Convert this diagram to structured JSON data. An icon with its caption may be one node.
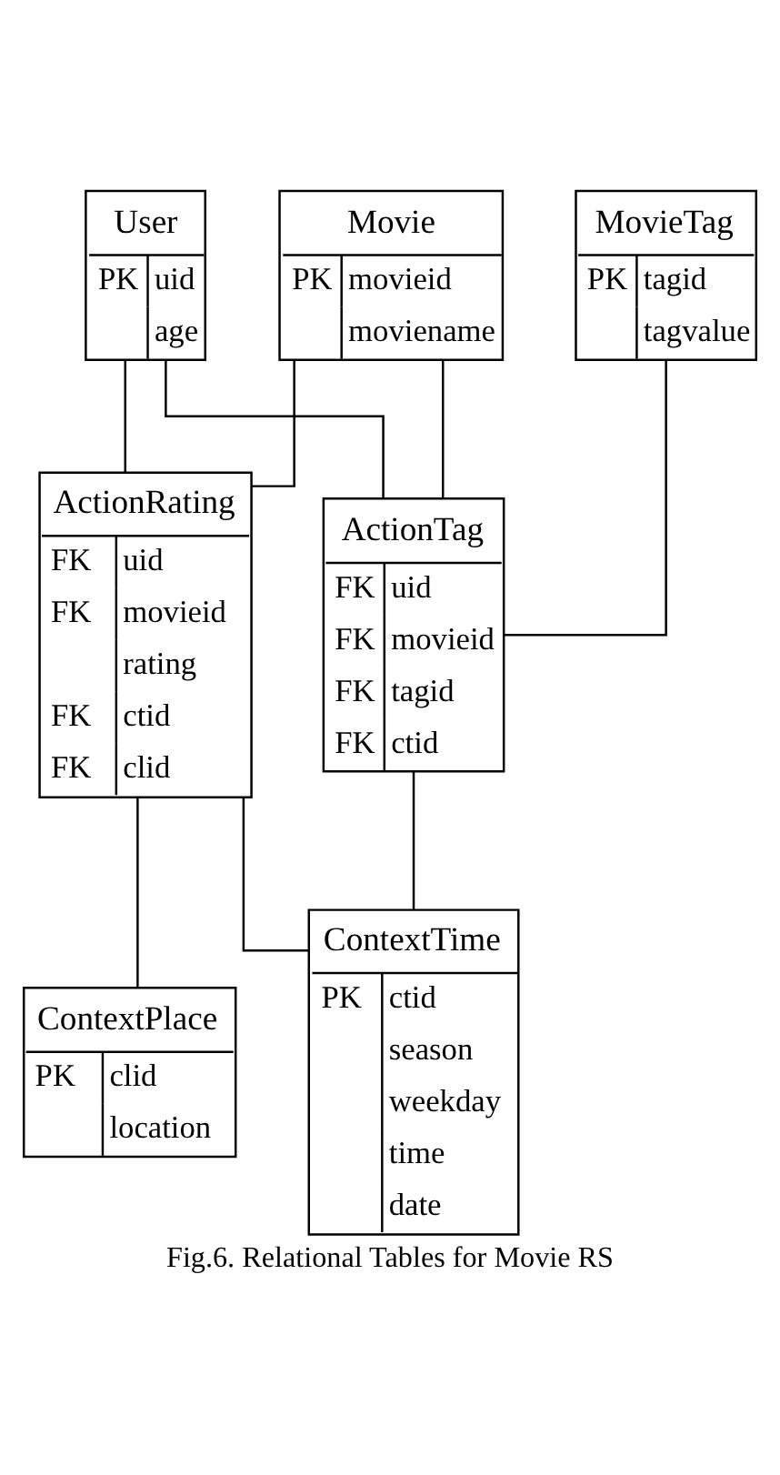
{
  "diagram": {
    "caption": "Fig.6. Relational Tables for Movie RS",
    "nodes": [
      {
        "text": [
          "User",
          "PK",
          "uid",
          "age"
        ]
      },
      {
        "text": [
          "Movie",
          "PK",
          "movieid",
          "moviename"
        ]
      },
      {
        "text": [
          "MovieTag",
          "PK",
          "tagid",
          "tagvalue"
        ]
      },
      {
        "text": [
          "ActionRating",
          "FK",
          "uid",
          "FK",
          "movieid",
          "rating",
          "FK",
          "ctid",
          "FK",
          "clid"
        ]
      },
      {
        "text": [
          "ActionTag",
          "FK",
          "uid",
          "FK",
          "movieid",
          "FK",
          "tagid",
          "FK",
          "ctid"
        ]
      },
      {
        "text": [
          "ContextPlace",
          "PK",
          "clid",
          "location"
        ]
      },
      {
        "text": [
          "ContextTime",
          "PK",
          "ctid",
          "season",
          "weekday",
          "time",
          "date"
        ]
      }
    ],
    "edges": [
      {
        "from": 0,
        "to": 3,
        "arrow": "none"
      },
      {
        "from": 0,
        "to": 4,
        "arrow": "none"
      },
      {
        "from": 1,
        "to": 3,
        "arrow": "none"
      },
      {
        "from": 1,
        "to": 4,
        "arrow": "none"
      },
      {
        "from": 2,
        "to": 4,
        "arrow": "none"
      },
      {
        "from": 3,
        "to": 5,
        "arrow": "none"
      },
      {
        "from": 3,
        "to": 6,
        "arrow": "none"
      },
      {
        "from": 4,
        "to": 6,
        "arrow": "none"
      }
    ]
  }
}
